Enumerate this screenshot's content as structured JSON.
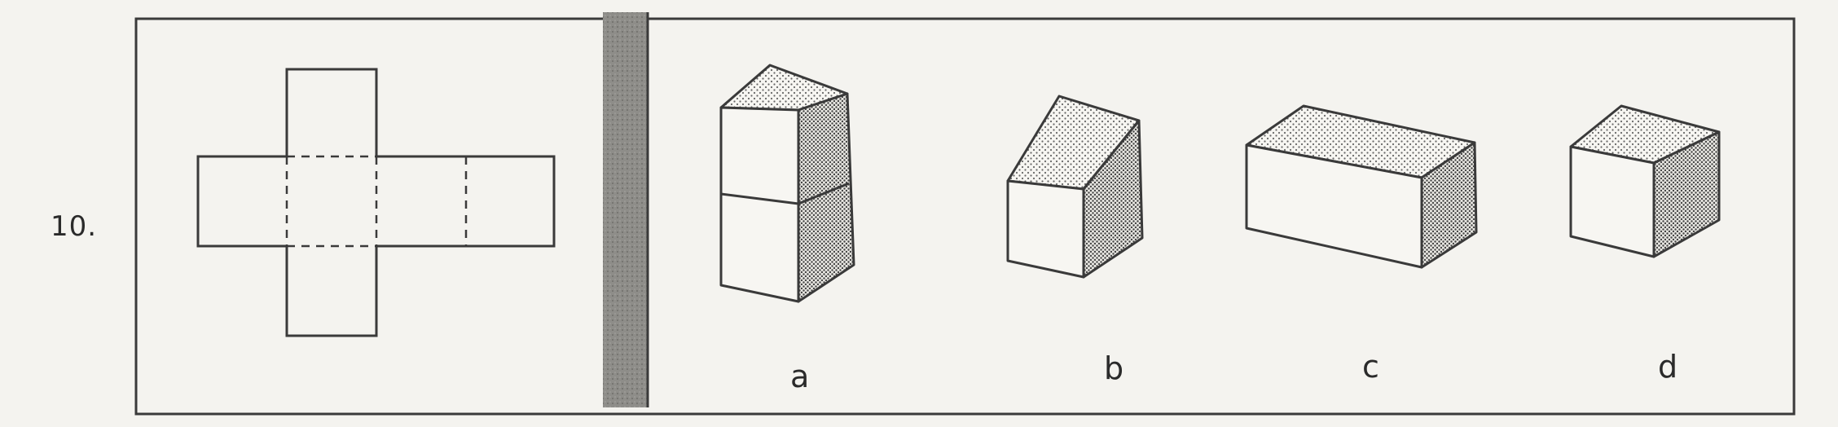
{
  "question": {
    "number": "10."
  },
  "options": [
    {
      "label": "a"
    },
    {
      "label": "b"
    },
    {
      "label": "c"
    },
    {
      "label": "d"
    }
  ],
  "colors": {
    "paper": "#f4f3ef",
    "ink": "#3a3a3a",
    "divider": "#8c8c88",
    "dot_shade": "#555555"
  }
}
